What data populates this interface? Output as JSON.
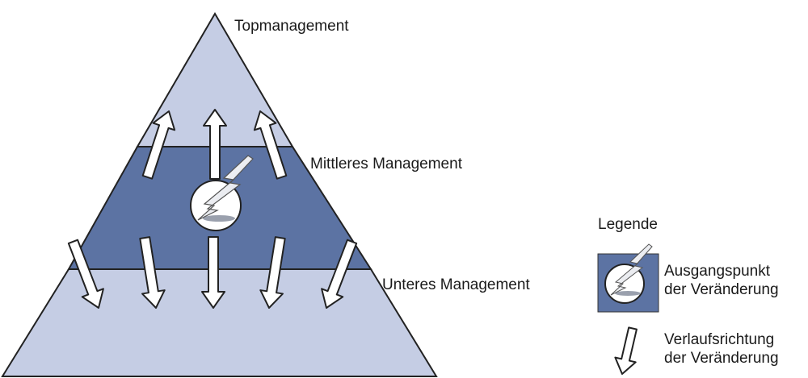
{
  "levels": {
    "top": "Topmanagement",
    "middle": "Mittleres Management",
    "lower": "Unteres Management"
  },
  "legend": {
    "title": "Legende",
    "origin": {
      "line1": "Ausgangspunkt",
      "line2": "der Veränderung"
    },
    "direction": {
      "line1": "Verlaufsrichtung",
      "line2": "der Veränderung"
    }
  },
  "colors": {
    "light_fill": "#c5cde4",
    "middle_fill": "#5c73a3",
    "outline": "#222222",
    "arrow_fill": "#ffffff"
  },
  "icons": {
    "origin": "lightning-bolt-circle-icon",
    "direction": "arrow-down-icon"
  }
}
